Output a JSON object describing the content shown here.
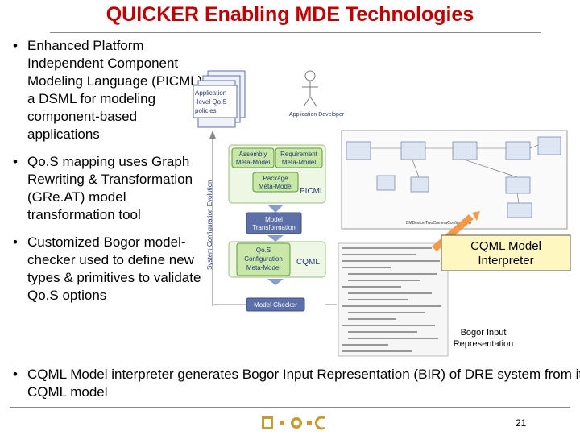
{
  "slide": {
    "title": "QUICKER Enabling MDE Technologies",
    "page_number": "21"
  },
  "bullets": [
    "Enhanced Platform Independent Component Modeling Language (PICML), a DSML for modeling component-based applications",
    "Qo.S mapping uses Graph Rewriting & Transformation (GRe.AT) model transformation tool",
    "Customized Bogor model-checker used to define new types & primitives to validate Qo.S options"
  ],
  "bottom_bullet": "CQML Model interpreter generates Bogor Input Representation (BIR) of DRE system from its CQML model",
  "diagram": {
    "policies_label_1": "Application",
    "policies_label_2": "-level Qo.S",
    "policies_label_3": "policies",
    "developer_label": "Application Developer",
    "evolution_label": "System Configuration Evolution",
    "assembly_1": "Assembly",
    "assembly_2": "Meta-Model",
    "requirement_1": "Requirement",
    "requirement_2": "Meta-Model",
    "package_1": "Package",
    "package_2": "Meta-Model",
    "picml": "PICML",
    "transformation_1": "Model",
    "transformation_2": "Transformation",
    "qos_1": "Qo.S",
    "qos_2": "Configuration",
    "qos_3": "Meta-Model",
    "cqml": "CQML",
    "model_checker": "Model Checker",
    "interpreter_1": "CQML Model",
    "interpreter_2": "Interpreter",
    "bir_1": "Bogor Input",
    "bir_2": "Representation",
    "model_caption": "BMDevice/TwoCameraConfiguration"
  },
  "colors": {
    "title": "#c00000",
    "meta_fill": "#c9e7a6",
    "meta_stroke": "#5d9a3a",
    "blue_box": "#5c6fa8",
    "interpreter_fill": "#fff7bf",
    "arrow": "#f39a4a"
  }
}
